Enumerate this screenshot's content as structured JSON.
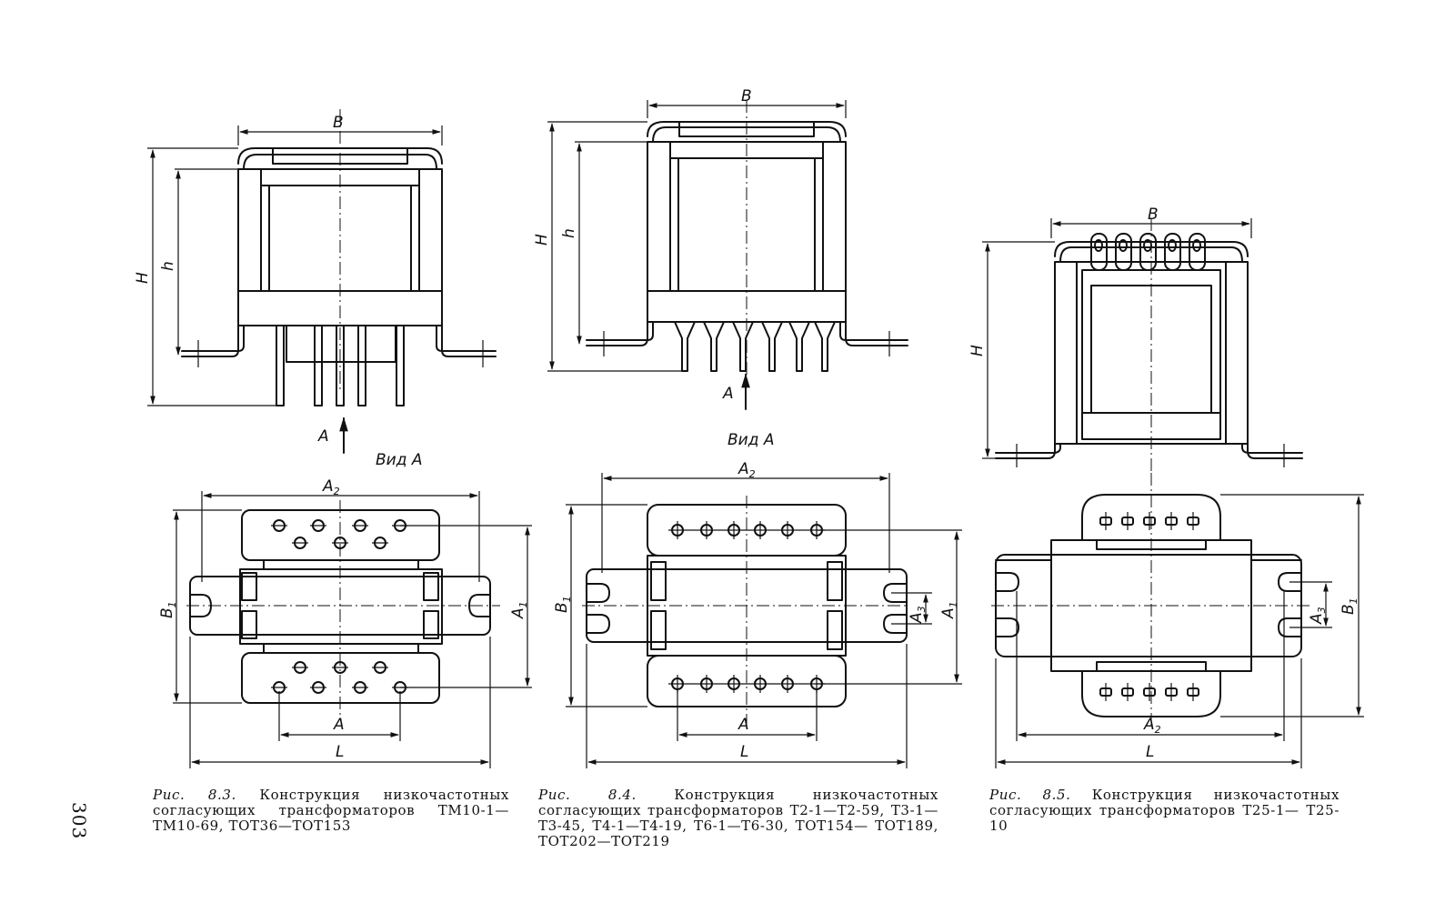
{
  "labels": {
    "B": "B",
    "H": "H",
    "h": "h",
    "A": "A",
    "L": "L",
    "A1": "A",
    "A2": "A",
    "A3": "A",
    "B1": "B",
    "sub1": "1",
    "sub2": "2",
    "sub3": "3",
    "view_a": "Вид А"
  },
  "captions": [
    {
      "fig": "Рис. 8.3.",
      "text": "Конструкция низкочастотных согласующих трансформаторов ТМ10-1— ТМ10-69, ТОТ36—ТОТ153"
    },
    {
      "fig": "Рис. 8.4.",
      "text": "Конструкция низкочастотных согласующих трансформаторов Т2-1—Т2-59, Т3-1— Т3-45, Т4-1—Т4-19, Т6-1—Т6-30, ТОТ154— ТОТ189, ТОТ202—ТОТ219"
    },
    {
      "fig": "Рис. 8.5.",
      "text": "Конструкция низкочастотных согласующих трансформаторов Т25-1— Т25-10"
    }
  ],
  "page_number": "303"
}
